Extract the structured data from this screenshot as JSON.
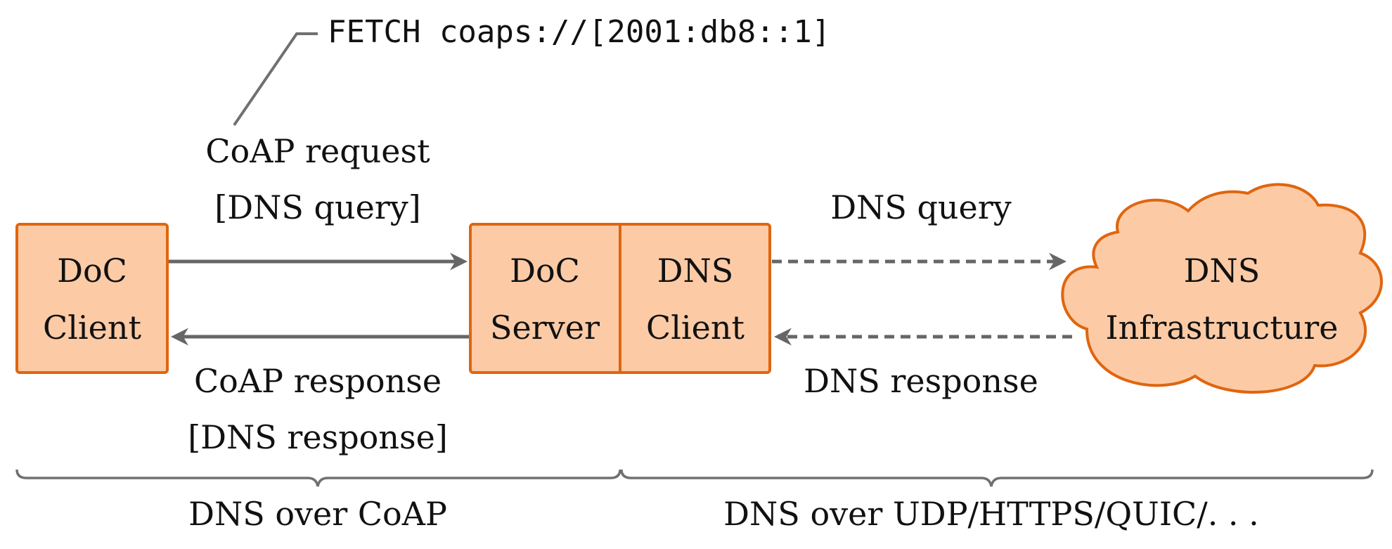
{
  "colors": {
    "box_fill": "#FCCBA6",
    "box_stroke": "#E0650F",
    "arrow": "#666666",
    "brace": "#707070",
    "text": "#111111"
  },
  "annotation": {
    "fetch_text": "FETCH coaps://[2001:db8::1]"
  },
  "nodes": {
    "doc_client": {
      "line1": "DoC",
      "line2": "Client"
    },
    "doc_server": {
      "line1": "DoC",
      "line2": "Server"
    },
    "dns_client": {
      "line1": "DNS",
      "line2": "Client"
    },
    "dns_infrastructure": {
      "line1": "DNS",
      "line2": "Infrastructure",
      "shape": "cloud"
    }
  },
  "edges": {
    "coap_request": {
      "line1": "CoAP request",
      "line2": "[DNS query]",
      "style": "solid"
    },
    "coap_response": {
      "line1": "CoAP response",
      "line2": "[DNS response]",
      "style": "solid"
    },
    "dns_query": {
      "label": "DNS query",
      "style": "dashed"
    },
    "dns_response": {
      "label": "DNS response",
      "style": "dashed"
    }
  },
  "braces": {
    "left": "DNS over CoAP",
    "right": "DNS over UDP/HTTPS/QUIC/. . ."
  }
}
